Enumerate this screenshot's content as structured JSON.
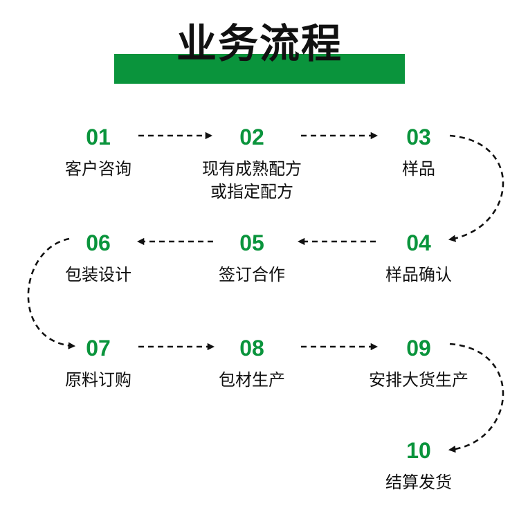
{
  "header": {
    "title": "业务流程"
  },
  "accent_color": "#0a943c",
  "text_color": "#111111",
  "steps": [
    {
      "num": "01",
      "lines": [
        "客户咨询"
      ]
    },
    {
      "num": "02",
      "lines": [
        "现有成熟配方",
        "或指定配方"
      ]
    },
    {
      "num": "03",
      "lines": [
        "样品"
      ]
    },
    {
      "num": "04",
      "lines": [
        "样品确认"
      ]
    },
    {
      "num": "05",
      "lines": [
        "签订合作"
      ]
    },
    {
      "num": "06",
      "lines": [
        "包装设计"
      ]
    },
    {
      "num": "07",
      "lines": [
        "原料订购"
      ]
    },
    {
      "num": "08",
      "lines": [
        "包材生产"
      ]
    },
    {
      "num": "09",
      "lines": [
        "安排大货生产"
      ]
    },
    {
      "num": "10",
      "lines": [
        "结算发货"
      ]
    }
  ],
  "connectors": [
    {
      "from": "01",
      "to": "02"
    },
    {
      "from": "02",
      "to": "03"
    },
    {
      "from": "03",
      "to": "04"
    },
    {
      "from": "04",
      "to": "05"
    },
    {
      "from": "05",
      "to": "06"
    },
    {
      "from": "06",
      "to": "07"
    },
    {
      "from": "07",
      "to": "08"
    },
    {
      "from": "08",
      "to": "09"
    },
    {
      "from": "09",
      "to": "10"
    }
  ]
}
